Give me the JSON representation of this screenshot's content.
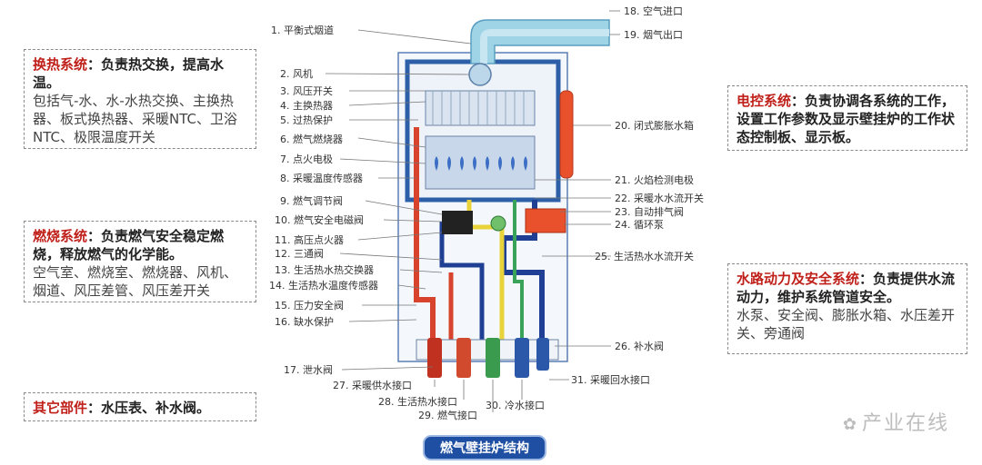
{
  "boxes": {
    "heat": {
      "key": "换热系统",
      "desc": "：负责热交换，提高水温。",
      "detail": "包括气-水、水-水热交换、主换热器、板式换热器、采暖NTC、卫浴NTC、极限温度开关"
    },
    "burn": {
      "key": "燃烧系统",
      "desc": "：负责燃气安全稳定燃烧，释放燃气的化学能。",
      "detail": "空气室、燃烧室、燃烧器、风机、烟道、风压差管、风压差开关"
    },
    "other": {
      "key": "其它部件",
      "desc": "：水压表、补水阀。"
    },
    "ctrl": {
      "key": "电控系统",
      "desc": "：负责协调各系统的工作，设置工作参数及显示壁挂炉的工作状态控制板、显示板。"
    },
    "water": {
      "key": "水路动力及安全系统",
      "desc": "：负责提供水流动力，维护系统管道安全。",
      "detail": "水泵、安全阀、膨胀水箱、水压差开关、旁通阀"
    }
  },
  "labels": {
    "l1": "1. 平衡式烟道",
    "l2": "2. 风机",
    "l3": "3. 风压开关",
    "l4": "4. 主换热器",
    "l5": "5. 过热保护",
    "l6": "6. 燃气燃烧器",
    "l7": "7. 点火电极",
    "l8": "8. 采暖温度传感器",
    "l9": "9. 燃气调节阀",
    "l10": "10. 燃气安全电磁阀",
    "l11": "11. 高压点火器",
    "l12": "12. 三通阀",
    "l13": "13. 生活热水热交换器",
    "l14": "14. 生活热水温度传感器",
    "l15": "15. 压力安全阀",
    "l16": "16. 缺水保护",
    "l17": "17. 泄水阀",
    "l18": "18. 空气进口",
    "l19": "19. 烟气出口",
    "l20": "20. 闭式膨胀水箱",
    "l21": "21. 火焰检测电极",
    "l22": "22. 采暖水水流开关",
    "l23": "23. 自动排气阀",
    "l24": "24. 循环泵",
    "l25": "25. 生活热水水流开关",
    "l26": "26. 补水阀",
    "l27": "27. 采暖供水接口",
    "l28": "28. 生活热水接口",
    "l29": "29. 燃气接口",
    "l30": "30. 冷水接口",
    "l31": "31. 采暖回水接口"
  },
  "diagram_title": "燃气壁挂炉结构",
  "watermark": "产业在线",
  "colors": {
    "highlight": "#c0201a",
    "pipe_hot": "#d8432e",
    "pipe_cold": "#1f3f95",
    "pipe_gas": "#e9d33a",
    "pipe_green": "#3aa35a",
    "flue": "#9fd3e6",
    "tank": "#e8512b",
    "frame": "#2d5fa8"
  }
}
